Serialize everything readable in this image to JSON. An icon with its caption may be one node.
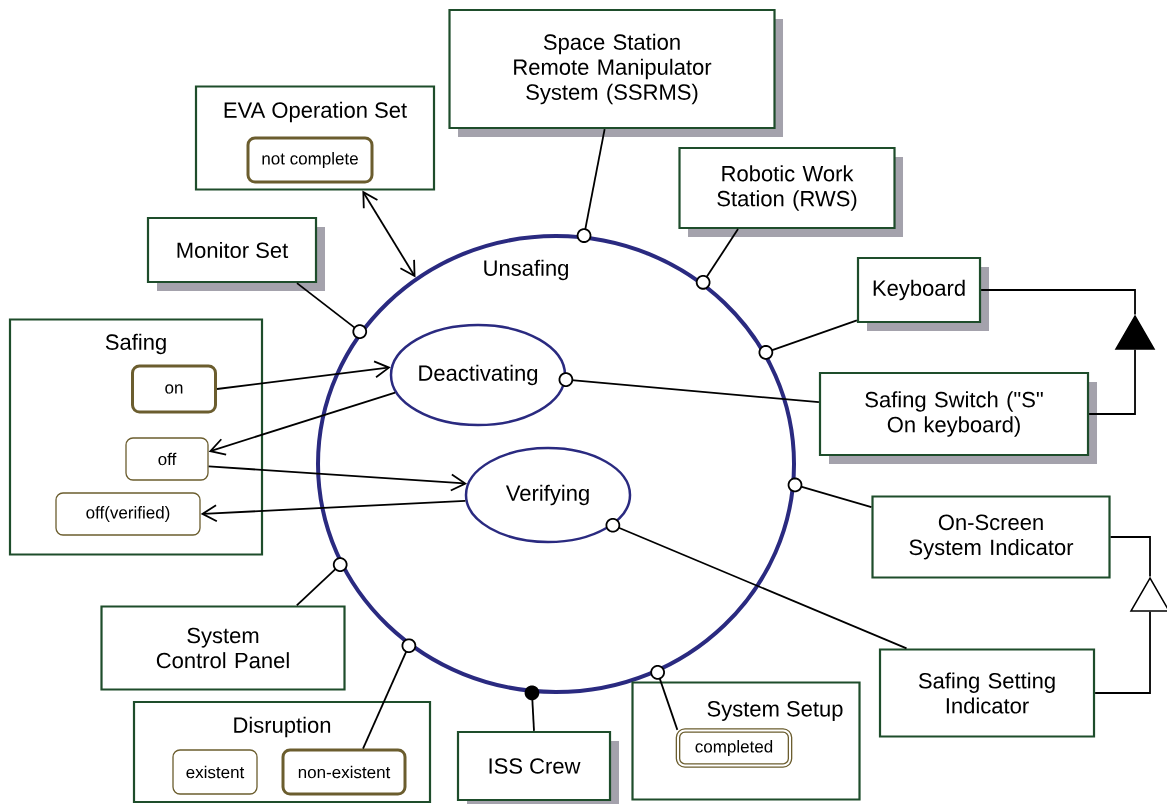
{
  "diagram": {
    "nodes": [
      {
        "text": [
          "Unsafing"
        ]
      },
      {
        "text": [
          "Deactivating"
        ],
        "in": 0
      },
      {
        "text": [
          "Verifying"
        ],
        "in": 0
      },
      {
        "text": [
          "Space Station Remote Manipulator System (SSRMS)"
        ]
      },
      {
        "text": [
          "EVA Operation Set"
        ]
      },
      {
        "text": [
          "not complete"
        ],
        "in": 4
      },
      {
        "text": [
          "Robotic Work Station (RWS)"
        ]
      },
      {
        "text": [
          "Monitor Set"
        ]
      },
      {
        "text": [
          "Keyboard"
        ]
      },
      {
        "text": [
          "Safing"
        ]
      },
      {
        "text": [
          "on"
        ],
        "in": 9
      },
      {
        "text": [
          "off"
        ],
        "in": 9
      },
      {
        "text": [
          "off(verified)"
        ],
        "in": 9
      },
      {
        "text": [
          "Safing Switch (\"S\" On keyboard)"
        ]
      },
      {
        "text": [
          "On-Screen System Indicator"
        ]
      },
      {
        "text": [
          "Safing Setting Indicator"
        ]
      },
      {
        "text": [
          "System Control Panel"
        ]
      },
      {
        "text": [
          "Disruption"
        ]
      },
      {
        "text": [
          "existent"
        ],
        "in": 17
      },
      {
        "text": [
          "non-existent"
        ],
        "in": 17
      },
      {
        "text": [
          "ISS Crew"
        ]
      },
      {
        "text": [
          "System Setup"
        ]
      },
      {
        "text": [
          "completed"
        ],
        "in": 21
      },
      {
        "text": [],
        "shape": "triangle"
      },
      {
        "text": [],
        "shape": "triangle"
      }
    ],
    "edges": [
      {
        "from": 4,
        "to": 0,
        "arrow": "both"
      },
      {
        "from": 3,
        "to": 0,
        "arrow": "other"
      },
      {
        "from": 6,
        "to": 0,
        "arrow": "other"
      },
      {
        "from": 7,
        "to": 0,
        "arrow": "other"
      },
      {
        "from": 8,
        "to": 0,
        "arrow": "other"
      },
      {
        "from": 13,
        "to": 1,
        "arrow": "other"
      },
      {
        "from": 14,
        "to": 0,
        "arrow": "other"
      },
      {
        "from": 15,
        "to": 2,
        "arrow": "other"
      },
      {
        "from": 16,
        "to": 0,
        "arrow": "other"
      },
      {
        "from": 19,
        "to": 0,
        "arrow": "other"
      },
      {
        "from": 20,
        "to": 0,
        "arrow": "other"
      },
      {
        "from": 22,
        "to": 0,
        "arrow": "other"
      },
      {
        "from": 10,
        "to": 1,
        "arrow": "to"
      },
      {
        "from": 1,
        "to": 11,
        "arrow": "to"
      },
      {
        "from": 11,
        "to": 2,
        "arrow": "to"
      },
      {
        "from": 2,
        "to": 12,
        "arrow": "to"
      },
      {
        "from": 8,
        "to": 23,
        "arrow": "none"
      },
      {
        "from": 13,
        "to": 23,
        "arrow": "none"
      },
      {
        "from": 14,
        "to": 24,
        "arrow": "none"
      },
      {
        "from": 15,
        "to": 24,
        "arrow": "none"
      }
    ]
  }
}
